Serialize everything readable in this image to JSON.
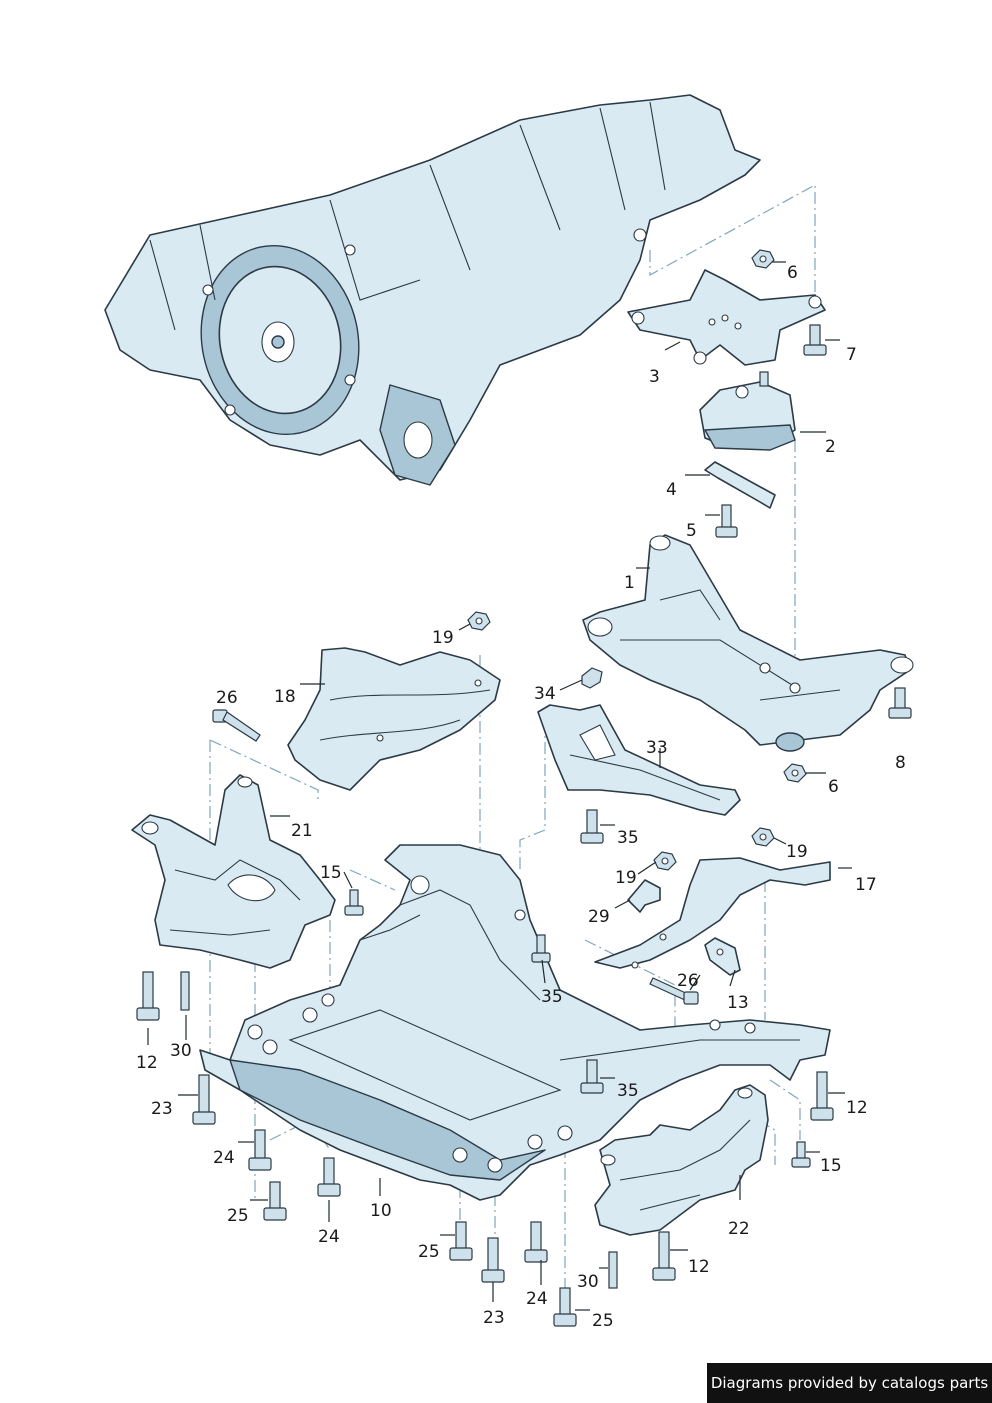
{
  "diagram": {
    "callouts": [
      {
        "id": "c6a",
        "text": "6"
      },
      {
        "id": "c7",
        "text": "7"
      },
      {
        "id": "c3",
        "text": "3"
      },
      {
        "id": "c2",
        "text": "2"
      },
      {
        "id": "c4",
        "text": "4"
      },
      {
        "id": "c5",
        "text": "5"
      },
      {
        "id": "c1",
        "text": "1"
      },
      {
        "id": "c8",
        "text": "8"
      },
      {
        "id": "c6b",
        "text": "6"
      },
      {
        "id": "c19a",
        "text": "19"
      },
      {
        "id": "c26a",
        "text": "26"
      },
      {
        "id": "c18",
        "text": "18"
      },
      {
        "id": "c34",
        "text": "34"
      },
      {
        "id": "c33",
        "text": "33"
      },
      {
        "id": "c21",
        "text": "21"
      },
      {
        "id": "c35a",
        "text": "35"
      },
      {
        "id": "c19b",
        "text": "19"
      },
      {
        "id": "c15a",
        "text": "15"
      },
      {
        "id": "c17",
        "text": "17"
      },
      {
        "id": "c19c",
        "text": "19"
      },
      {
        "id": "c29",
        "text": "29"
      },
      {
        "id": "c26b",
        "text": "26"
      },
      {
        "id": "c13",
        "text": "13"
      },
      {
        "id": "c35b",
        "text": "35"
      },
      {
        "id": "c12a",
        "text": "12"
      },
      {
        "id": "c30a",
        "text": "30"
      },
      {
        "id": "c35c",
        "text": "35"
      },
      {
        "id": "c23a",
        "text": "23"
      },
      {
        "id": "c12b",
        "text": "12"
      },
      {
        "id": "c24a",
        "text": "24"
      },
      {
        "id": "c15b",
        "text": "15"
      },
      {
        "id": "c10",
        "text": "10"
      },
      {
        "id": "c25a",
        "text": "25"
      },
      {
        "id": "c22",
        "text": "22"
      },
      {
        "id": "c24b",
        "text": "24"
      },
      {
        "id": "c25b",
        "text": "25"
      },
      {
        "id": "c12c",
        "text": "12"
      },
      {
        "id": "c30b",
        "text": "30"
      },
      {
        "id": "c24c",
        "text": "24"
      },
      {
        "id": "c23b",
        "text": "23"
      },
      {
        "id": "c25c",
        "text": "25"
      }
    ]
  },
  "footer": {
    "credit": "Diagrams provided by catalogs parts"
  },
  "colors": {
    "part_fill": "#d9eaf3",
    "part_shade": "#a9c6d6",
    "outline": "#2b3a44",
    "guide_line": "#7fa7bd",
    "credit_background": "#111111"
  }
}
